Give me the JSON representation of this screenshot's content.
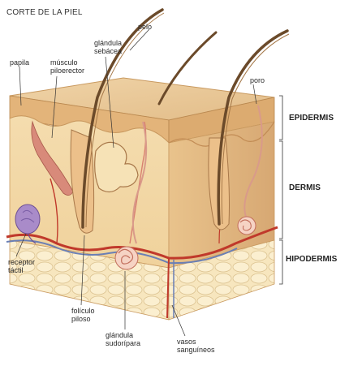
{
  "title": "CORTE DE LA PIEL",
  "labels": {
    "pelo": "pelo",
    "glandula_sebacea_1": "glándula",
    "glandula_sebacea_2": "sebácea",
    "papila": "papila",
    "musculo_1": "músculo",
    "musculo_2": "piloerector",
    "poro": "poro",
    "receptor_1": "receptor",
    "receptor_2": "táctil",
    "foliculo_1": "folículo",
    "foliculo_2": "piloso",
    "sudoripara_1": "glándula",
    "sudoripara_2": "sudorípara",
    "vasos_1": "vasos",
    "vasos_2": "sanguíneos"
  },
  "layers": {
    "epidermis": "EPIDERMIS",
    "dermis": "DERMIS",
    "hipodermis": "HIPODERMIS"
  },
  "colors": {
    "epidermis_top": "#e8c79a",
    "dermis": "#f3d8a6",
    "dermis_side": "#e9c58d",
    "hipodermis": "#f6e3b8",
    "hair": "#6b4a2a",
    "vessel_red": "#c0392b",
    "vessel_blue": "#6a7fb5",
    "receptor": "#a98bc9"
  }
}
